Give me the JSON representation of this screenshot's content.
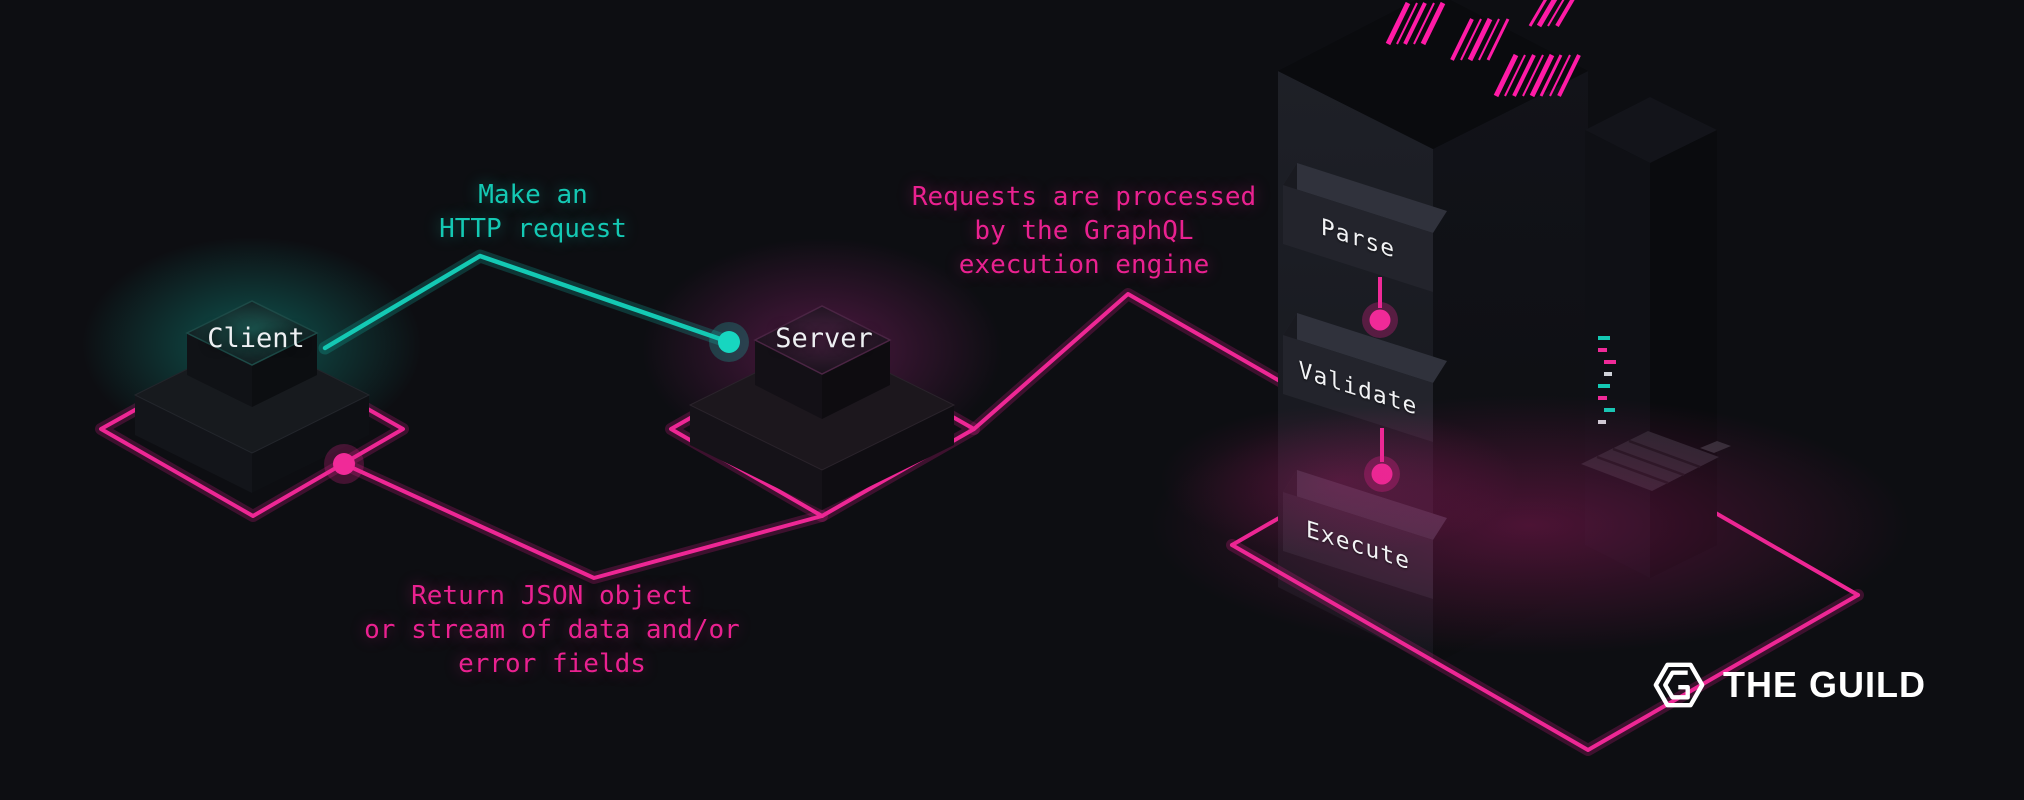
{
  "colors": {
    "background": "#0d0e12",
    "teal": "#14c9b4",
    "pink": "#ea2190",
    "text_light": "#eef0f3"
  },
  "nodes": {
    "client": {
      "label": "Client"
    },
    "server": {
      "label": "Server"
    },
    "pipeline": {
      "steps": [
        {
          "label": "Parse"
        },
        {
          "label": "Validate"
        },
        {
          "label": "Execute"
        }
      ]
    }
  },
  "annotations": {
    "http_request": {
      "lines": [
        "Make an",
        "HTTP request"
      ]
    },
    "processing": {
      "lines": [
        "Requests are processed",
        "by the GraphQL",
        "execution engine"
      ]
    },
    "response": {
      "lines": [
        "Return JSON object",
        "or stream of data and/or",
        "error fields"
      ]
    }
  },
  "logo": {
    "text": "THE GUILD"
  }
}
